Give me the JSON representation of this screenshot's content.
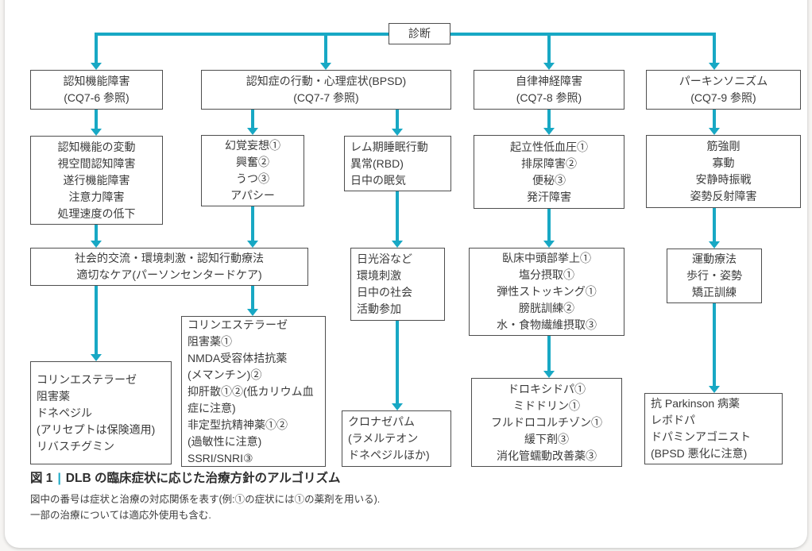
{
  "colors": {
    "arrow_teal": "#18a8c4",
    "box_border": "#4e4e4e",
    "text": "#3b3b3b"
  },
  "nodes": {
    "diagnosis": "診断",
    "c1_header": "認知機能障害\n(CQ7-6 参照)",
    "c1_symptoms": "認知機能の変動\n視空間認知障害\n遂行機能障害\n注意力障害\n処理速度の低下",
    "care": "社会的交流・環境刺激・認知行動療法\n適切なケア(パーソンセンタードケア)",
    "c1_treatment": "コリンエステラーゼ\n阻害薬\n ドネペジル\n(アリセプトは保険適用)\n リバスチグミン",
    "c2_header": "認知症の行動・心理症状(BPSD)\n(CQ7-7 参照)",
    "c2a_symptoms": "幻覚妄想①\n興奮②\nうつ③\nアパシー",
    "c2b_symptoms": "レム期睡眠行動\n異常(RBD)\n日中の眠気",
    "c2b_nonpharm": "日光浴など\n環境刺激\n日中の社会\n活動参加",
    "c2a_treatment": "コリンエステラーゼ\n阻害薬①\nNMDA受容体拮抗薬\n(メマンチン)②\n抑肝散①②(低カリウム血症に注意)\n非定型抗精神薬①②\n(過敏性に注意)\nSSRI/SNRI③",
    "c2b_treatment": "クロナゼパム\n(ラメルテオン\nドネペジルほか)",
    "c3_header": "自律神経障害\n(CQ7-8 参照)",
    "c3_symptoms": "起立性低血圧①\n排尿障害②\n便秘③\n発汗障害",
    "c3_nonpharm": "臥床中頭部挙上①\n塩分摂取①\n弾性ストッキング①\n膀胱訓練②\n水・食物繊維摂取③",
    "c3_treatment": "ドロキシドパ①\nミドドリン①\nフルドロコルチゾン①\n緩下剤③\n消化管蠕動改善薬③",
    "c4_header": "パーキンソニズム\n(CQ7-9 参照)",
    "c4_symptoms": "筋強剛\n寡動\n安静時振戦\n姿勢反射障害",
    "c4_nonpharm": "運動療法\n歩行・姿勢\n矯正訓練",
    "c4_treatment": "抗 Parkinson 病薬\n レボドパ\n ドパミンアゴニスト\n(BPSD 悪化に注意)"
  },
  "caption": {
    "label": "図 1",
    "divider": "|",
    "title": "DLB の臨床症状に応じた治療方針のアルゴリズム",
    "note1": "図中の番号は症状と治療の対応関係を表す(例:①の症状には①の薬剤を用いる).",
    "note2": "一部の治療については適応外使用も含む."
  }
}
